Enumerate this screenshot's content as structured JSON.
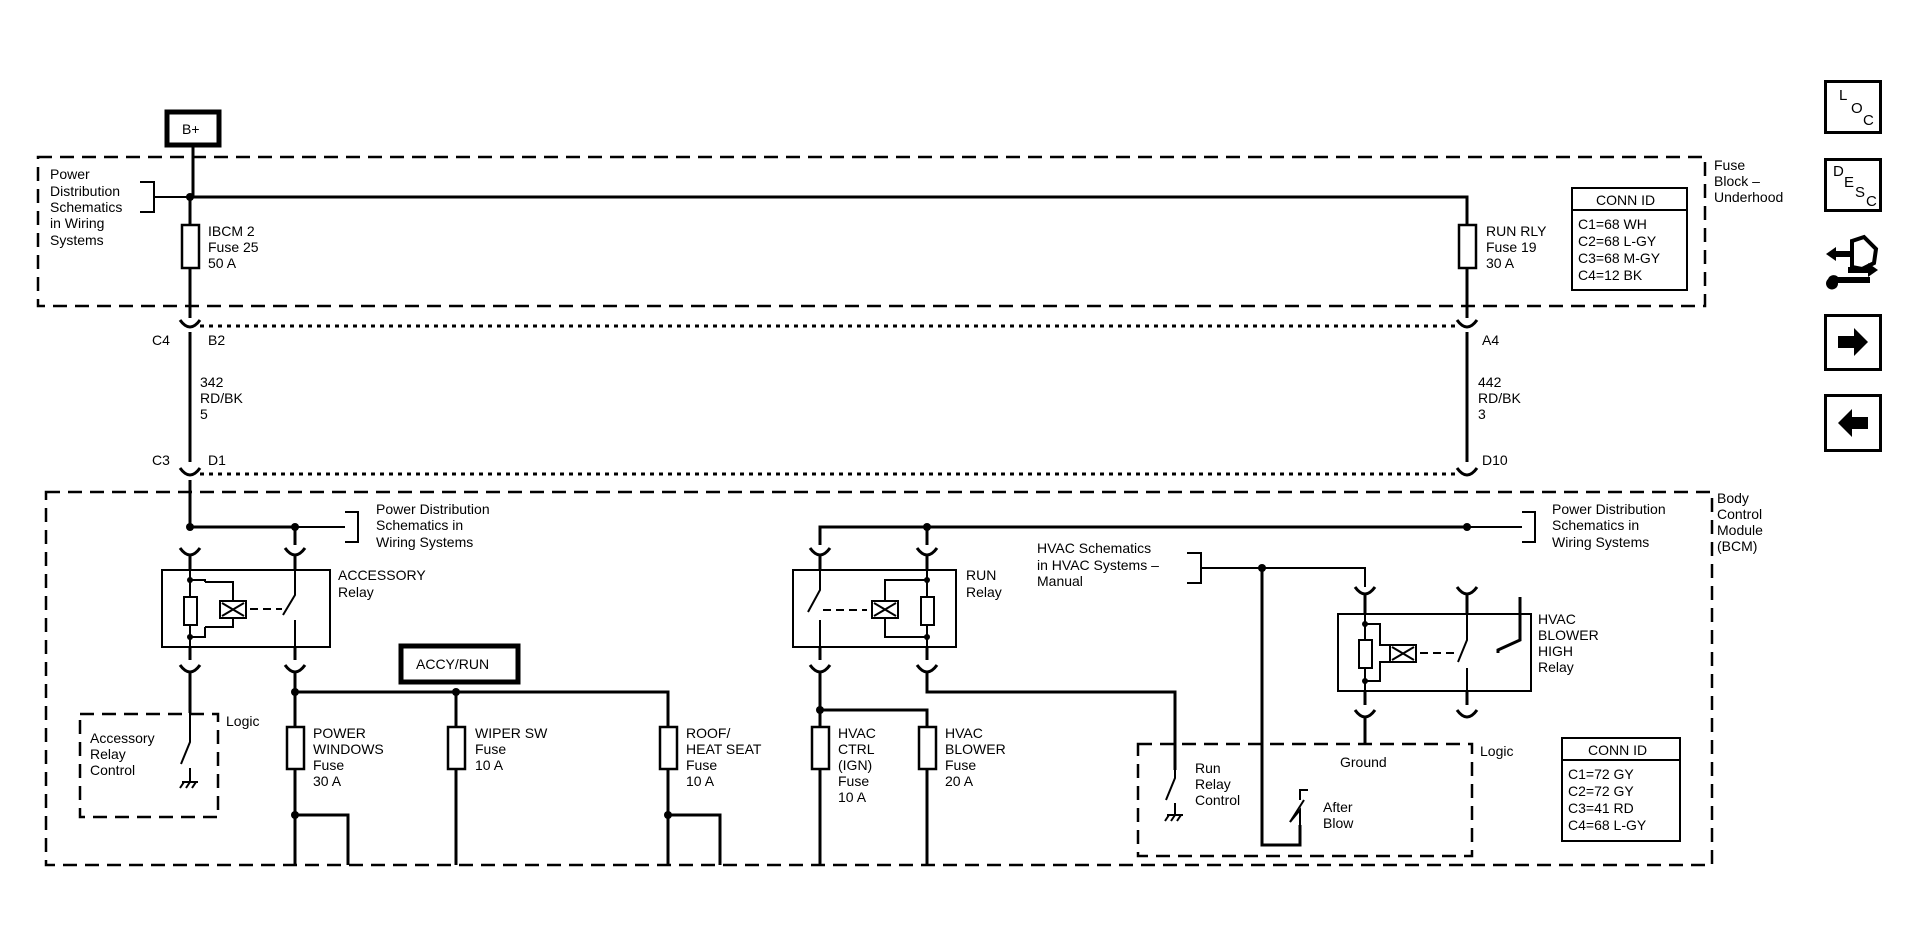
{
  "power_source": "B+",
  "fuse_block": {
    "name": [
      "Fuse",
      "Block –",
      "Underhood"
    ],
    "pd_ref": [
      "Power",
      "Distribution",
      "Schematics",
      "in Wiring",
      "Systems"
    ],
    "fuse_ibcm": [
      "IBCM 2",
      "Fuse 25",
      "50 A"
    ],
    "fuse_run_rly": [
      "RUN RLY",
      "Fuse 19",
      "30 A"
    ],
    "conn_table": {
      "title": "CONN ID",
      "rows": [
        "C1=68 WH",
        "C2=68 L-GY",
        "C3=68 M-GY",
        "C4=12 BK"
      ]
    }
  },
  "connectors": {
    "left_top": {
      "conn": "C4",
      "pin": "B2"
    },
    "right_top": {
      "pin": "A4"
    },
    "left_bottom": {
      "conn": "C3",
      "pin": "D1"
    },
    "right_bottom": {
      "pin": "D10"
    }
  },
  "wires": {
    "left": [
      "342",
      "RD/BK",
      "5"
    ],
    "right": [
      "442",
      "RD/BK",
      "3"
    ]
  },
  "bcm": {
    "name": [
      "Body",
      "Control",
      "Module",
      "(BCM)"
    ],
    "pd_ref_left": [
      "Power Distribution",
      "Schematics in",
      "Wiring Systems"
    ],
    "pd_ref_right": [
      "Power Distribution",
      "Schematics in",
      "Wiring Systems"
    ],
    "hvac_ref": [
      "HVAC Schematics",
      "in HVAC Systems –",
      "Manual"
    ],
    "accessory_relay": [
      "ACCESSORY",
      "Relay"
    ],
    "run_relay": [
      "RUN",
      "Relay"
    ],
    "blower_relay": [
      "HVAC",
      "BLOWER",
      "HIGH",
      "Relay"
    ],
    "accy_run_label": "ACCY/RUN",
    "logic_left": "Logic",
    "logic_right": "Logic",
    "accessory_control": [
      "Accessory",
      "Relay",
      "Control"
    ],
    "run_control": [
      "Run",
      "Relay",
      "Control"
    ],
    "ground": "Ground",
    "after_blow": [
      "After",
      "Blow"
    ],
    "fuses": {
      "power_windows": [
        "POWER",
        "WINDOWS",
        "Fuse",
        "30 A"
      ],
      "wiper_sw": [
        "WIPER SW",
        "Fuse",
        "10 A"
      ],
      "roof_heat_seat": [
        "ROOF/",
        "HEAT SEAT",
        "Fuse",
        "10 A"
      ],
      "hvac_ctrl": [
        "HVAC",
        "CTRL",
        "(IGN)",
        "Fuse",
        "10 A"
      ],
      "hvac_blower": [
        "HVAC",
        "BLOWER",
        "Fuse",
        "20 A"
      ]
    },
    "conn_table": {
      "title": "CONN ID",
      "rows": [
        "C1=72 GY",
        "C2=72 GY",
        "C3=41 RD",
        "C4=68 L-GY"
      ]
    }
  },
  "nav": {
    "loc": [
      "L",
      "O",
      "C"
    ],
    "desc": [
      "D",
      "E",
      "S",
      "C"
    ],
    "connector_icon": "connector-wrench-icon",
    "next_icon": "arrow-right-icon",
    "prev_icon": "arrow-left-icon"
  }
}
